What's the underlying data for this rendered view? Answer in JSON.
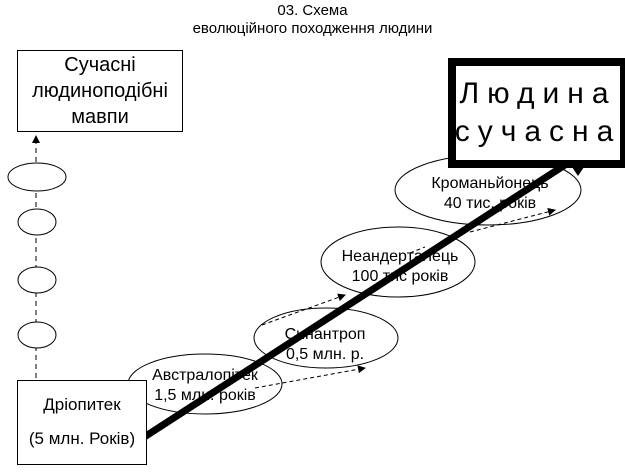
{
  "title": {
    "line1": "03. Схема",
    "line2": "еволюційного походження людини"
  },
  "modern_apes": {
    "line1": "Сучасні",
    "line2": "людиноподібні",
    "line3": "мавпи"
  },
  "dryopithecus": {
    "name": "Дріопитек",
    "age": "(5 млн. Років)"
  },
  "australopithecus": {
    "name": "Австралопітек",
    "age": "1,5 млн. років"
  },
  "sinanthropus": {
    "name": "Синантроп",
    "age": "0,5 млн. р."
  },
  "neanderthal": {
    "name": "Неандерталець",
    "age": "100 тис років"
  },
  "cro_magnon": {
    "name": "Кроманьйонець",
    "age": "40 тис. років"
  },
  "modern_human": {
    "line1": "Людина",
    "line2": "сучасна"
  }
}
